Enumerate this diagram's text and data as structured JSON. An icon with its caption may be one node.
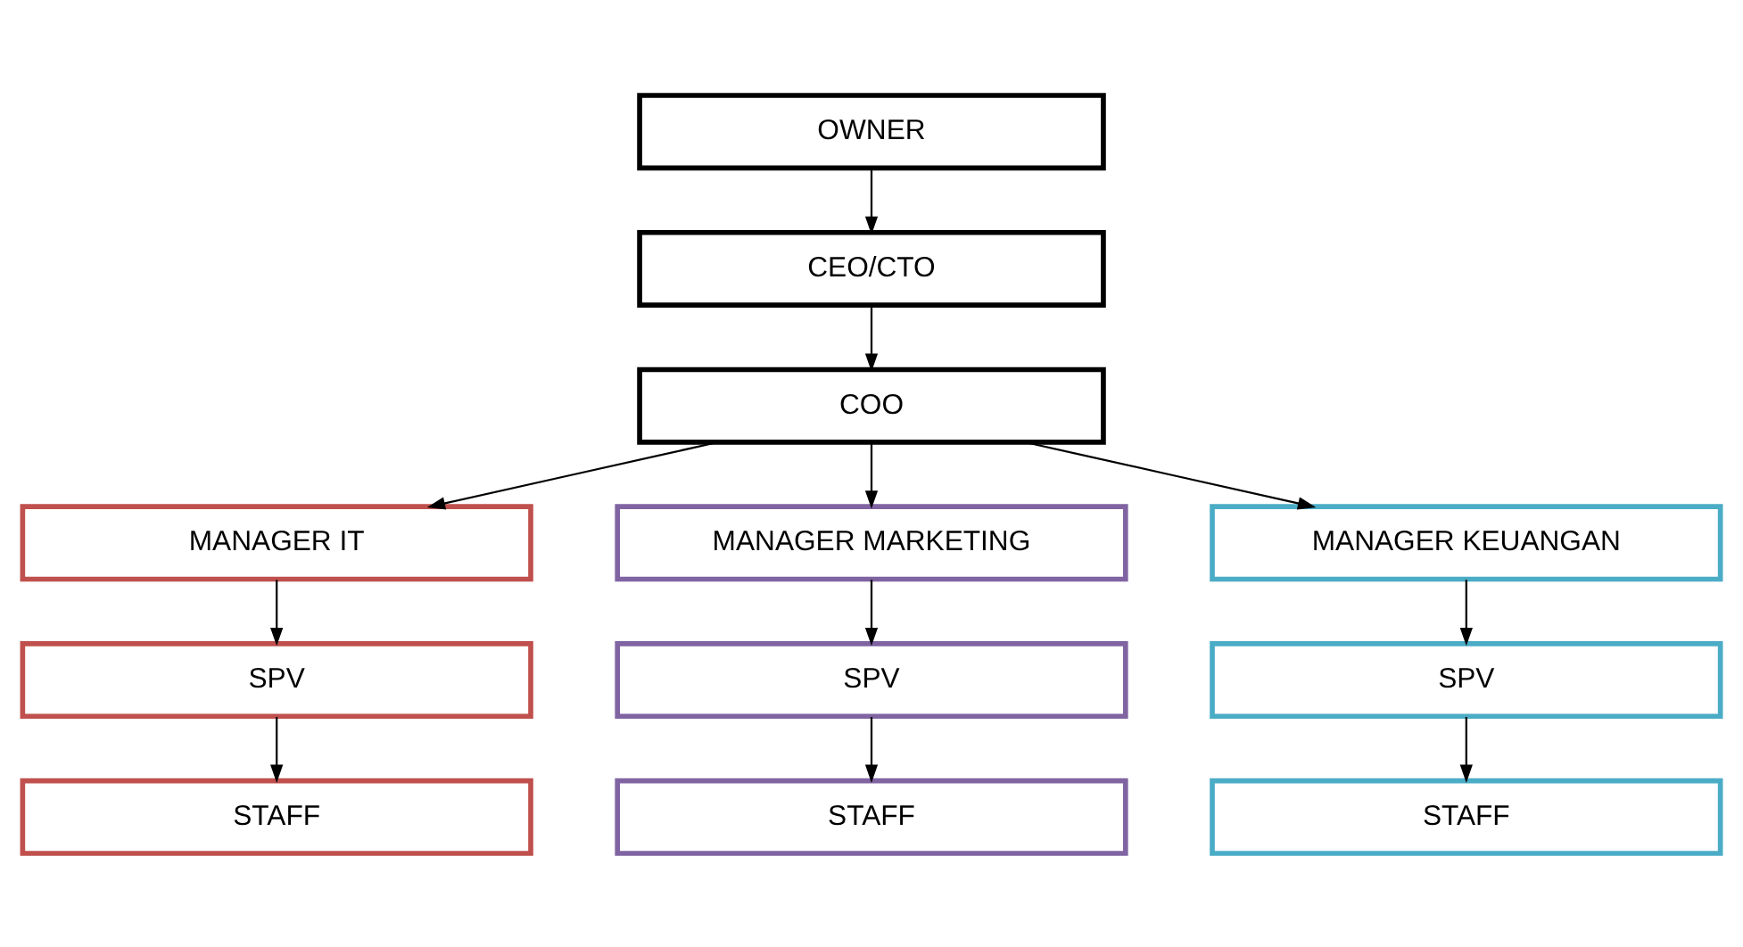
{
  "diagram": {
    "nodes": [
      {
        "text": [
          "OWNER"
        ]
      },
      {
        "text": [
          "CEO/CTO"
        ]
      },
      {
        "text": [
          "COO"
        ]
      },
      {
        "text": [
          "MANAGER IT"
        ]
      },
      {
        "text": [
          "MANAGER MARKETING"
        ]
      },
      {
        "text": [
          "MANAGER KEUANGAN"
        ]
      },
      {
        "text": [
          "SPV"
        ]
      },
      {
        "text": [
          "SPV"
        ]
      },
      {
        "text": [
          "SPV"
        ]
      },
      {
        "text": [
          "STAFF"
        ]
      },
      {
        "text": [
          "STAFF"
        ]
      },
      {
        "text": [
          "STAFF"
        ]
      }
    ],
    "edges": [
      {
        "from": 0,
        "to": 1,
        "arrow": "to"
      },
      {
        "from": 1,
        "to": 2,
        "arrow": "to"
      },
      {
        "from": 2,
        "to": 3,
        "arrow": "to"
      },
      {
        "from": 2,
        "to": 4,
        "arrow": "to"
      },
      {
        "from": 2,
        "to": 5,
        "arrow": "to"
      },
      {
        "from": 3,
        "to": 6,
        "arrow": "to"
      },
      {
        "from": 4,
        "to": 7,
        "arrow": "to"
      },
      {
        "from": 5,
        "to": 8,
        "arrow": "to"
      },
      {
        "from": 6,
        "to": 9,
        "arrow": "to"
      },
      {
        "from": 7,
        "to": 10,
        "arrow": "to"
      },
      {
        "from": 8,
        "to": 11,
        "arrow": "to"
      }
    ]
  }
}
